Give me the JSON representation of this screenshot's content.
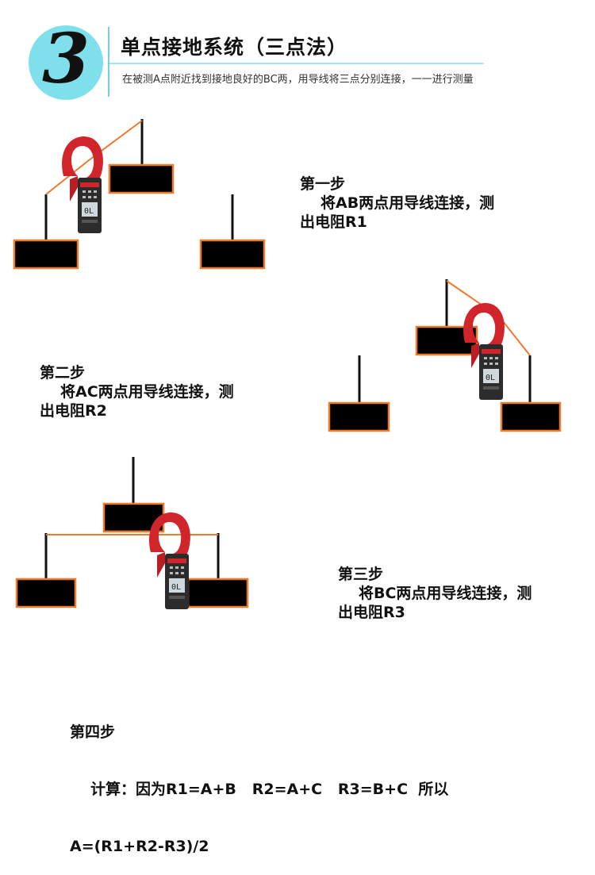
{
  "header": {
    "number": "3",
    "title": "单点接地系统（三点法）",
    "subtitle": "在被测A点附近找到接地良好的BC两，用导线将三点分别连接，一一进行测量"
  },
  "steps": [
    {
      "heading": "第一步",
      "line1": "将AB两点用导线连接，测",
      "line2": "出电阻R1"
    },
    {
      "heading": "第二步",
      "line1": "将AC两点用导线连接，测",
      "line2": "出电阻R2"
    },
    {
      "heading": "第三步",
      "line1": "将BC两点用导线连接，测",
      "line2": "出电阻R3"
    },
    {
      "heading": "第四步",
      "line1": "计算：因为R1=A+B   R2=A+C   R3=B+C  所以",
      "line2": "A=(R1+R2-R3)/2"
    }
  ],
  "meter": {
    "display_text": "0L"
  },
  "colors": {
    "accent_cyan": "#7fe0ec",
    "wire_orange": "#ee7a2c",
    "clamp_red": "#d0262b",
    "block_fill": "#000000"
  },
  "icons": [
    "clamp-meter-icon",
    "ground-electrode-icon"
  ]
}
